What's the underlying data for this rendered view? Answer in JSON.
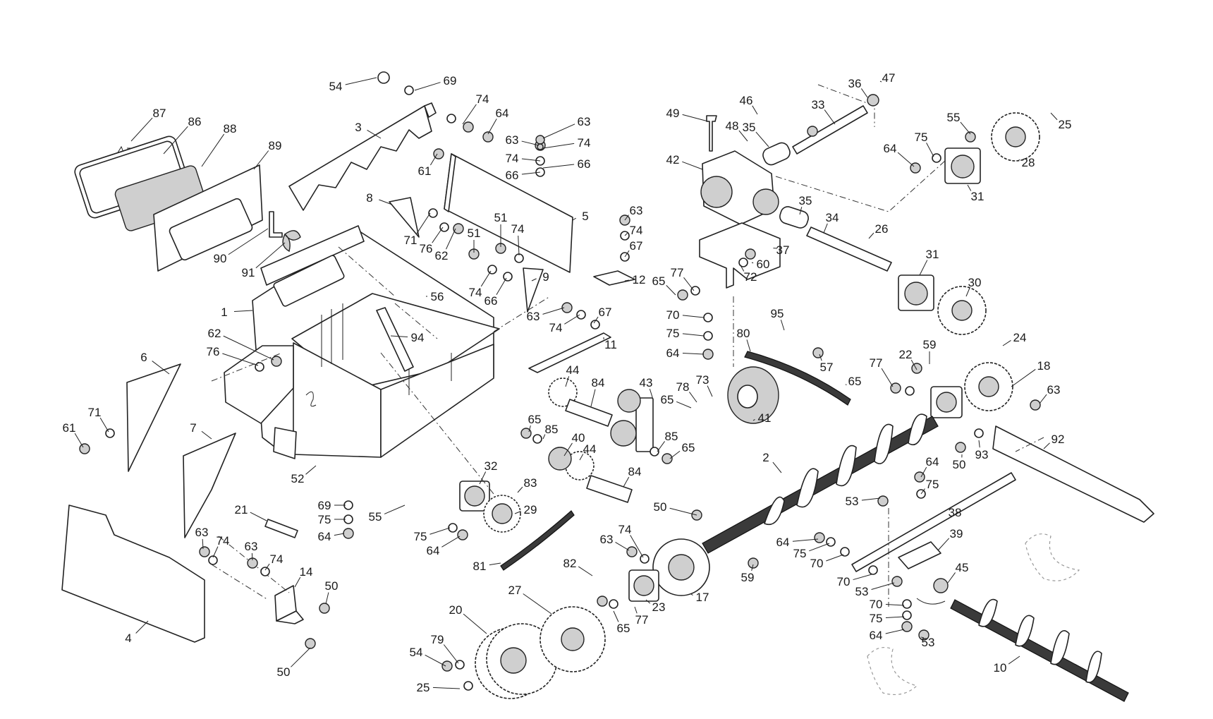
{
  "diagram": {
    "callouts": [
      {
        "id": "c54a",
        "text": "54"
      },
      {
        "id": "c69a",
        "text": "69"
      },
      {
        "id": "c74a",
        "text": "74"
      },
      {
        "id": "c64a",
        "text": "64"
      },
      {
        "id": "c87",
        "text": "87"
      },
      {
        "id": "c86",
        "text": "86"
      },
      {
        "id": "c88",
        "text": "88"
      },
      {
        "id": "c89",
        "text": "89"
      },
      {
        "id": "c3",
        "text": "3"
      },
      {
        "id": "c61a",
        "text": "61"
      },
      {
        "id": "c63a",
        "text": "63"
      },
      {
        "id": "c74b",
        "text": "74"
      },
      {
        "id": "c66a",
        "text": "66"
      },
      {
        "id": "c63b",
        "text": "63"
      },
      {
        "id": "c74c",
        "text": "74"
      },
      {
        "id": "c66b",
        "text": "66"
      },
      {
        "id": "c8",
        "text": "8"
      },
      {
        "id": "c71a",
        "text": "71"
      },
      {
        "id": "c76a",
        "text": "76"
      },
      {
        "id": "c62a",
        "text": "62"
      },
      {
        "id": "c51a",
        "text": "51"
      },
      {
        "id": "c51b",
        "text": "51"
      },
      {
        "id": "c74d",
        "text": "74"
      },
      {
        "id": "c5",
        "text": "5"
      },
      {
        "id": "c63c",
        "text": "63"
      },
      {
        "id": "c74e",
        "text": "74"
      },
      {
        "id": "c67a",
        "text": "67"
      },
      {
        "id": "c90",
        "text": "90"
      },
      {
        "id": "c91",
        "text": "91"
      },
      {
        "id": "c56",
        "text": "56"
      },
      {
        "id": "c74f",
        "text": "74"
      },
      {
        "id": "c66c",
        "text": "66"
      },
      {
        "id": "c9",
        "text": "9"
      },
      {
        "id": "c12",
        "text": "12"
      },
      {
        "id": "c1",
        "text": "1"
      },
      {
        "id": "c62b",
        "text": "62"
      },
      {
        "id": "c76b",
        "text": "76"
      },
      {
        "id": "c94",
        "text": "94"
      },
      {
        "id": "c63d",
        "text": "63"
      },
      {
        "id": "c74g",
        "text": "74"
      },
      {
        "id": "c67b",
        "text": "67"
      },
      {
        "id": "c11",
        "text": "11"
      },
      {
        "id": "c6",
        "text": "6"
      },
      {
        "id": "c61b",
        "text": "61"
      },
      {
        "id": "c71b",
        "text": "71"
      },
      {
        "id": "c7",
        "text": "7"
      },
      {
        "id": "c44a",
        "text": "44"
      },
      {
        "id": "c84a",
        "text": "84"
      },
      {
        "id": "c43",
        "text": "43"
      },
      {
        "id": "c65a",
        "text": "65"
      },
      {
        "id": "c85a",
        "text": "85"
      },
      {
        "id": "c40",
        "text": "40"
      },
      {
        "id": "c44b",
        "text": "44"
      },
      {
        "id": "c85b",
        "text": "85"
      },
      {
        "id": "c65b",
        "text": "65"
      },
      {
        "id": "c84b",
        "text": "84"
      },
      {
        "id": "c52",
        "text": "52"
      },
      {
        "id": "c32",
        "text": "32"
      },
      {
        "id": "c83",
        "text": "83"
      },
      {
        "id": "c29",
        "text": "29"
      },
      {
        "id": "c55a",
        "text": "55"
      },
      {
        "id": "c75a",
        "text": "75"
      },
      {
        "id": "c64b",
        "text": "64"
      },
      {
        "id": "c81",
        "text": "81"
      },
      {
        "id": "c21",
        "text": "21"
      },
      {
        "id": "c69b",
        "text": "69"
      },
      {
        "id": "c75b",
        "text": "75"
      },
      {
        "id": "c64c",
        "text": "64"
      },
      {
        "id": "c4",
        "text": "4"
      },
      {
        "id": "c63e",
        "text": "63"
      },
      {
        "id": "c74h",
        "text": "74"
      },
      {
        "id": "c63f",
        "text": "63"
      },
      {
        "id": "c74i",
        "text": "74"
      },
      {
        "id": "c14",
        "text": "14"
      },
      {
        "id": "c50a",
        "text": "50"
      },
      {
        "id": "c50b",
        "text": "50"
      },
      {
        "id": "c50c",
        "text": "50"
      },
      {
        "id": "c63g",
        "text": "63"
      },
      {
        "id": "c74j",
        "text": "74"
      },
      {
        "id": "c82",
        "text": "82"
      },
      {
        "id": "c23",
        "text": "23"
      },
      {
        "id": "c65c",
        "text": "65"
      },
      {
        "id": "c77a",
        "text": "77"
      },
      {
        "id": "c17",
        "text": "17"
      },
      {
        "id": "c59a",
        "text": "59"
      },
      {
        "id": "c20",
        "text": "20"
      },
      {
        "id": "c27",
        "text": "27"
      },
      {
        "id": "c79",
        "text": "79"
      },
      {
        "id": "c54b",
        "text": "54"
      },
      {
        "id": "c25a",
        "text": "25"
      },
      {
        "id": "c49",
        "text": "49"
      },
      {
        "id": "c48",
        "text": "48"
      },
      {
        "id": "c46",
        "text": "46"
      },
      {
        "id": "c35a",
        "text": "35"
      },
      {
        "id": "c33",
        "text": "33"
      },
      {
        "id": "c36",
        "text": "36"
      },
      {
        "id": "c47",
        "text": "47"
      },
      {
        "id": "c42",
        "text": "42"
      },
      {
        "id": "c35b",
        "text": "35"
      },
      {
        "id": "c34",
        "text": "34"
      },
      {
        "id": "c37",
        "text": "37"
      },
      {
        "id": "c60",
        "text": "60"
      },
      {
        "id": "c72",
        "text": "72"
      },
      {
        "id": "c26",
        "text": "26"
      },
      {
        "id": "c55b",
        "text": "55"
      },
      {
        "id": "c75c",
        "text": "75"
      },
      {
        "id": "c64d",
        "text": "64"
      },
      {
        "id": "c25b",
        "text": "25"
      },
      {
        "id": "c28",
        "text": "28"
      },
      {
        "id": "c31a",
        "text": "31"
      },
      {
        "id": "c31b",
        "text": "31"
      },
      {
        "id": "c30",
        "text": "30"
      },
      {
        "id": "c65d",
        "text": "65"
      },
      {
        "id": "c77b",
        "text": "77"
      },
      {
        "id": "c70a",
        "text": "70"
      },
      {
        "id": "c75d",
        "text": "75"
      },
      {
        "id": "c64e",
        "text": "64"
      },
      {
        "id": "c95",
        "text": "95"
      },
      {
        "id": "c80",
        "text": "80"
      },
      {
        "id": "c57",
        "text": "57"
      },
      {
        "id": "c65e",
        "text": "65"
      },
      {
        "id": "c78",
        "text": "78"
      },
      {
        "id": "c73",
        "text": "73"
      },
      {
        "id": "c65f",
        "text": "65"
      },
      {
        "id": "c41",
        "text": "41"
      },
      {
        "id": "c24",
        "text": "24"
      },
      {
        "id": "c59b",
        "text": "59"
      },
      {
        "id": "c22",
        "text": "22"
      },
      {
        "id": "c77c",
        "text": "77"
      },
      {
        "id": "c18",
        "text": "18"
      },
      {
        "id": "c63h",
        "text": "63"
      },
      {
        "id": "c2",
        "text": "2"
      },
      {
        "id": "c50d",
        "text": "50"
      },
      {
        "id": "c93",
        "text": "93"
      },
      {
        "id": "c92",
        "text": "92"
      },
      {
        "id": "c64f",
        "text": "64"
      },
      {
        "id": "c75e",
        "text": "75"
      },
      {
        "id": "c53a",
        "text": "53"
      },
      {
        "id": "c38",
        "text": "38"
      },
      {
        "id": "c39",
        "text": "39"
      },
      {
        "id": "c64g",
        "text": "64"
      },
      {
        "id": "c75f",
        "text": "75"
      },
      {
        "id": "c70b",
        "text": "70"
      },
      {
        "id": "c70c",
        "text": "70"
      },
      {
        "id": "c45",
        "text": "45"
      },
      {
        "id": "c53b",
        "text": "53"
      },
      {
        "id": "c70d",
        "text": "70"
      },
      {
        "id": "c75g",
        "text": "75"
      },
      {
        "id": "c64h",
        "text": "64"
      },
      {
        "id": "c53c",
        "text": "53"
      },
      {
        "id": "c10",
        "text": "10"
      }
    ]
  }
}
